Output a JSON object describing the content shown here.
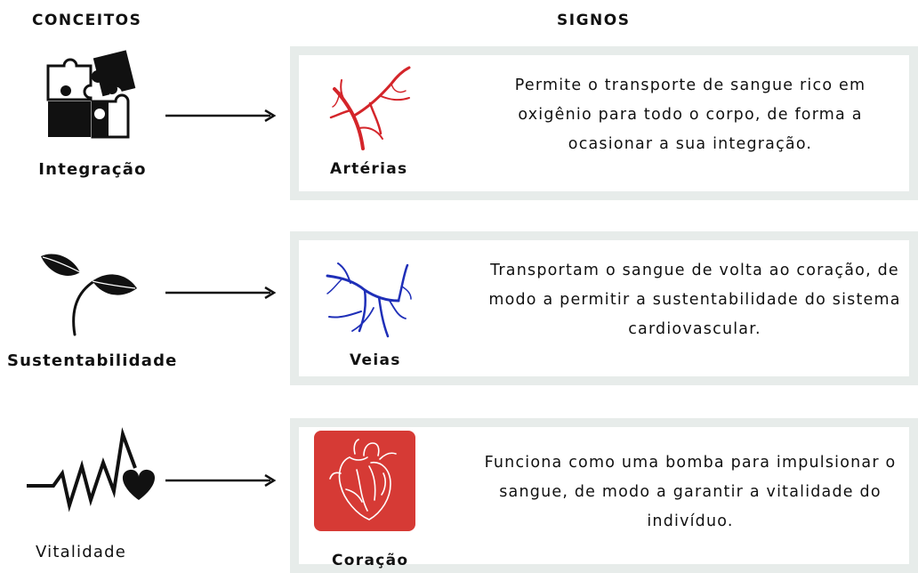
{
  "headers": {
    "concepts": "CONCEITOS",
    "signs": "SIGNOS"
  },
  "rows": [
    {
      "concept": "Integração",
      "concept_icon": "puzzle-icon",
      "sign": "Artérias",
      "sign_icon": "arteries-icon",
      "sign_color": "#d4252a",
      "description": "Permite o transporte de sangue rico em oxigênio para todo o corpo, de forma a ocasionar a sua integração."
    },
    {
      "concept": "Sustentabilidade",
      "concept_icon": "sprout-icon",
      "sign": "Veias",
      "sign_icon": "veins-icon",
      "sign_color": "#1f2fb8",
      "description": "Transportam o sangue de volta ao coração, de modo a permitir a sustentabilidade do sistema cardiovascular."
    },
    {
      "concept": "Vitalidade",
      "concept_icon": "heartbeat-icon",
      "sign": "Coração",
      "sign_icon": "heart-anatomy-icon",
      "sign_color": "#d63a35",
      "description": "Funciona como uma bomba para impulsionar o sangue, de modo a garantir a vitalidade do indivíduo."
    }
  ]
}
